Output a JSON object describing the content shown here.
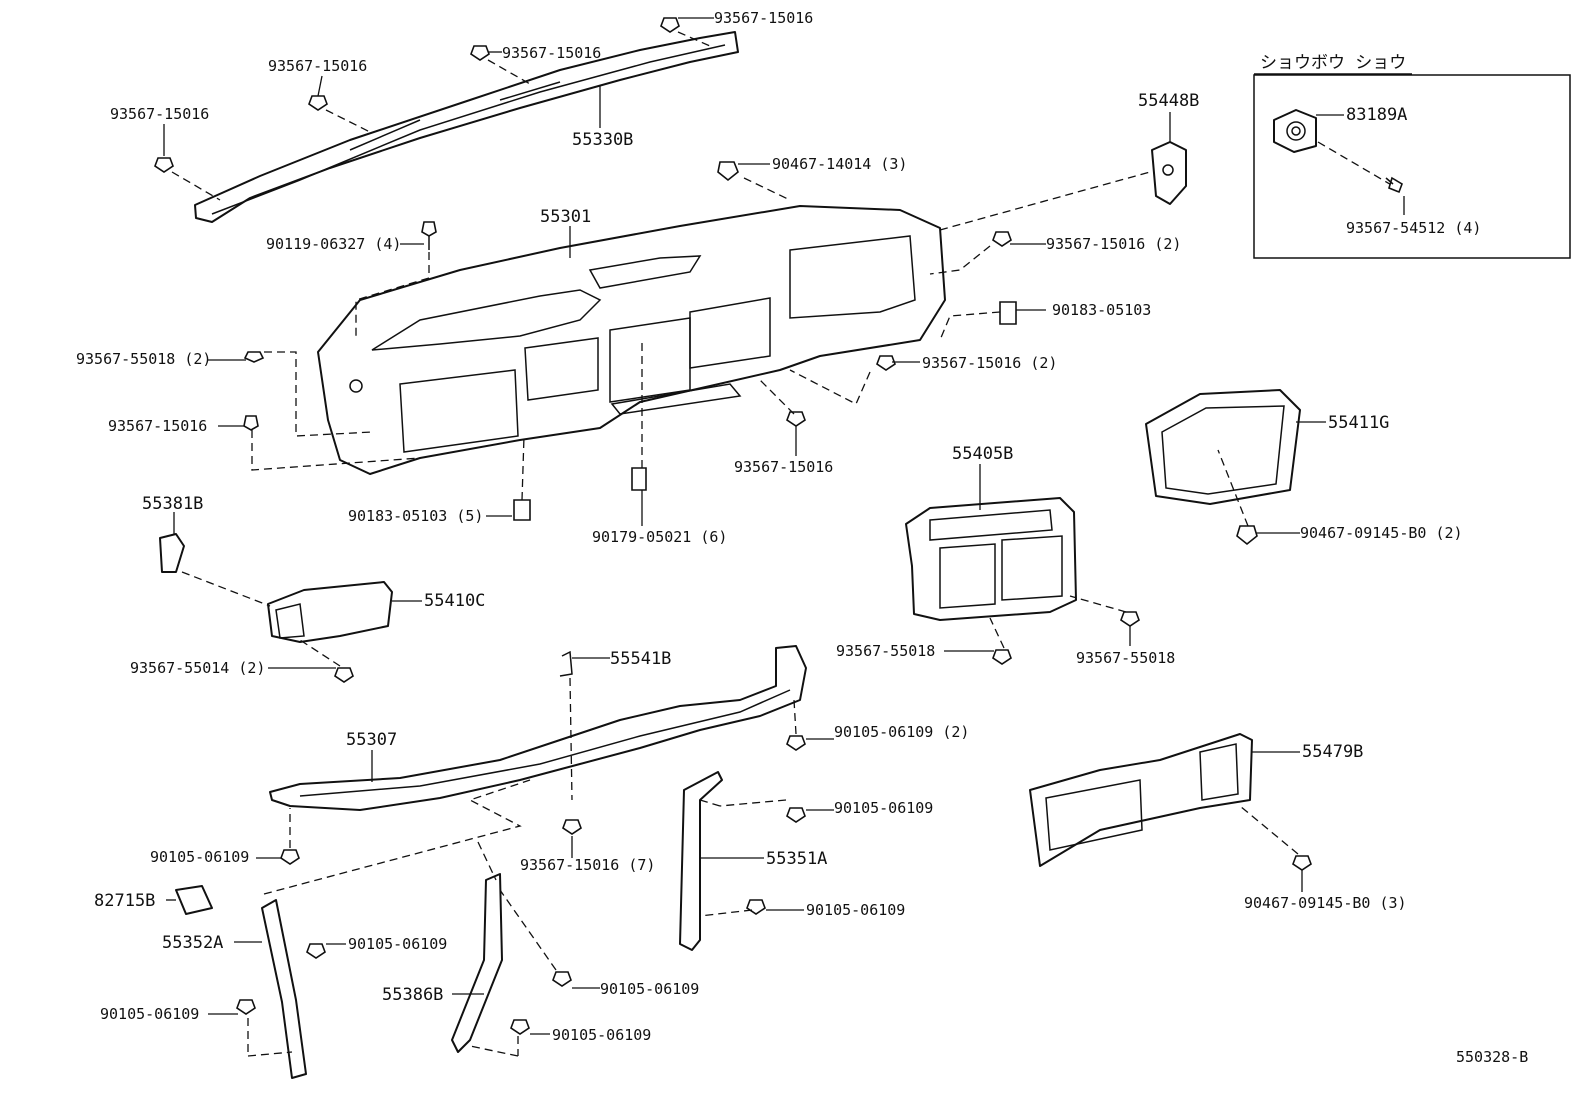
{
  "inset_title": "ショウボウ ショウ",
  "figure_code": "550328-B",
  "callouts": [
    {
      "id": "c1",
      "text": "93567-15016"
    },
    {
      "id": "c2",
      "text": "93567-15016"
    },
    {
      "id": "c3",
      "text": "93567-15016"
    },
    {
      "id": "c4",
      "text": "93567-15016"
    },
    {
      "id": "c5",
      "text": "55330B"
    },
    {
      "id": "c6",
      "text": "90467-14014 (3)"
    },
    {
      "id": "c7",
      "text": "55448B"
    },
    {
      "id": "c8",
      "text": "55301"
    },
    {
      "id": "c9",
      "text": "90119-06327 (4)"
    },
    {
      "id": "c10",
      "text": "93567-15016 (2)"
    },
    {
      "id": "c11",
      "text": "90183-05103"
    },
    {
      "id": "c12",
      "text": "93567-55018 (2)"
    },
    {
      "id": "c13",
      "text": "93567-15016 (2)"
    },
    {
      "id": "c14",
      "text": "93567-15016"
    },
    {
      "id": "c15",
      "text": "93567-15016"
    },
    {
      "id": "c16",
      "text": "55411G"
    },
    {
      "id": "c17",
      "text": "55405B"
    },
    {
      "id": "c18",
      "text": "55381B"
    },
    {
      "id": "c19",
      "text": "90183-05103 (5)"
    },
    {
      "id": "c20",
      "text": "90179-05021 (6)"
    },
    {
      "id": "c21",
      "text": "90467-09145-B0 (2)"
    },
    {
      "id": "c22",
      "text": "55410C"
    },
    {
      "id": "c23",
      "text": "93567-55018"
    },
    {
      "id": "c24",
      "text": "93567-55018"
    },
    {
      "id": "c25",
      "text": "93567-55014 (2)"
    },
    {
      "id": "c26",
      "text": "55541B"
    },
    {
      "id": "c27",
      "text": "90105-06109 (2)"
    },
    {
      "id": "c28",
      "text": "55307"
    },
    {
      "id": "c29",
      "text": "55479B"
    },
    {
      "id": "c30",
      "text": "90105-06109"
    },
    {
      "id": "c31",
      "text": "90105-06109"
    },
    {
      "id": "c32",
      "text": "93567-15016 (7)"
    },
    {
      "id": "c33",
      "text": "55351A"
    },
    {
      "id": "c34",
      "text": "82715B"
    },
    {
      "id": "c35",
      "text": "90105-06109"
    },
    {
      "id": "c36",
      "text": "90467-09145-B0 (3)"
    },
    {
      "id": "c37",
      "text": "55352A"
    },
    {
      "id": "c38",
      "text": "90105-06109"
    },
    {
      "id": "c39",
      "text": "90105-06109"
    },
    {
      "id": "c40",
      "text": "90105-06109"
    },
    {
      "id": "c41",
      "text": "55386B"
    },
    {
      "id": "c42",
      "text": "90105-06109"
    },
    {
      "id": "c43",
      "text": "83189A"
    },
    {
      "id": "c44",
      "text": "93567-54512 (4)"
    }
  ]
}
